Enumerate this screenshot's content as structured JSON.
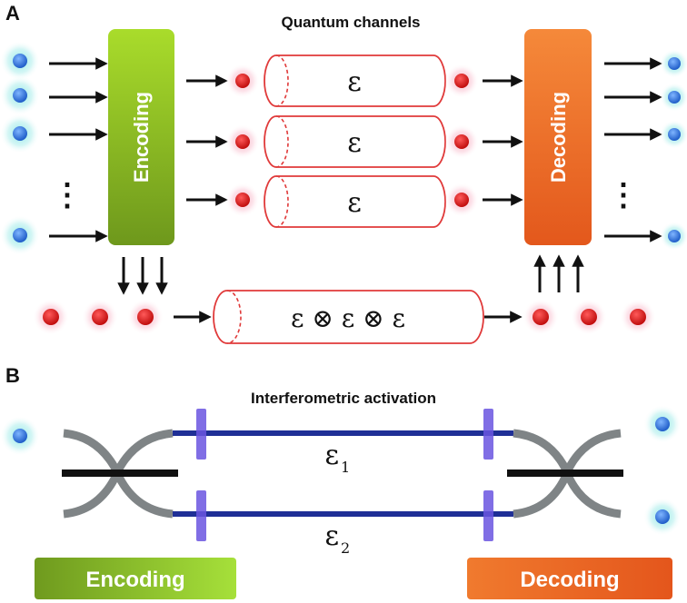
{
  "panel_a": {
    "label": "A",
    "title": "Quantum channels",
    "encoding_label": "Encoding",
    "decoding_label": "Decoding",
    "channel_label": "ε",
    "joint_channel_label": "ε ⊗ ε ⊗ ε",
    "ellipsis": "⋮"
  },
  "panel_b": {
    "label": "B",
    "title": "Interferometric activation",
    "channel_1_symbol": "ε",
    "channel_1_subscript": "1",
    "channel_2_symbol": "ε",
    "channel_2_subscript": "2",
    "encoding_label": "Encoding",
    "decoding_label": "Decoding"
  },
  "colors": {
    "blue_particle": "#2f6fd6",
    "red_particle": "#d81515",
    "encoding_box_top": "#a6d92a",
    "encoding_box_bottom": "#6f9a1e",
    "decoding_box": "#ee6a24",
    "channel_outline": "#e03a3a",
    "fiber": "#1f2f96",
    "beam_splitter": "#6a55e0",
    "coupler_gray": "#7f8486"
  }
}
